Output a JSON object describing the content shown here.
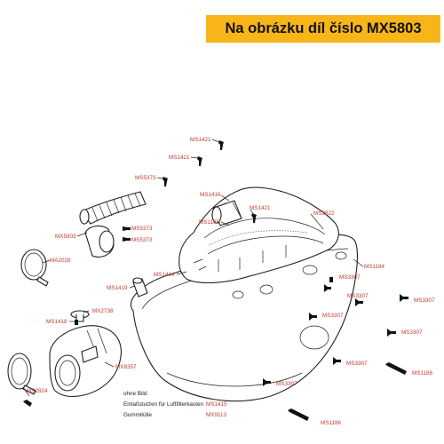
{
  "header": {
    "title": "Na obrázku díl číslo MX5803"
  },
  "labels": {
    "ms1421_a": "MS1421",
    "ms1421_b": "MS1421",
    "ms5373_a": "MS5373",
    "ms1416": "MS1416",
    "ms1421_c": "MS1421",
    "ms2822": "MS2822",
    "ms1185": "MS1185",
    "ms5373_b": "MS5373",
    "mx5803": "MX5803",
    "ms5373_c": "MS5373",
    "ma2028": "MA2028",
    "ms1414": "MS1414",
    "ms1184": "MS1184",
    "ms3307_a": "MS3307",
    "ms1419": "MS1419",
    "ms3307_b": "MS3307",
    "ms3307_c": "MS3307",
    "mx2738": "MX2738",
    "ms1418": "MS1418",
    "ms3307_d": "MS3307",
    "ms3307_e": "MS3307",
    "mx8357": "MX8357",
    "ms3307_f": "MS3307",
    "ms1186_a": "MS1186",
    "ms2824": "MS2824",
    "ms3307_g": "MS3307",
    "ms1186_b": "MS1186"
  },
  "legend": {
    "heading": "ohne Bild:",
    "rows": [
      {
        "text": "Einlaßstutzen für Luftfilterkasten",
        "code": "MS1415"
      },
      {
        "text": "Gummitülle",
        "code": "MX9113"
      }
    ]
  }
}
